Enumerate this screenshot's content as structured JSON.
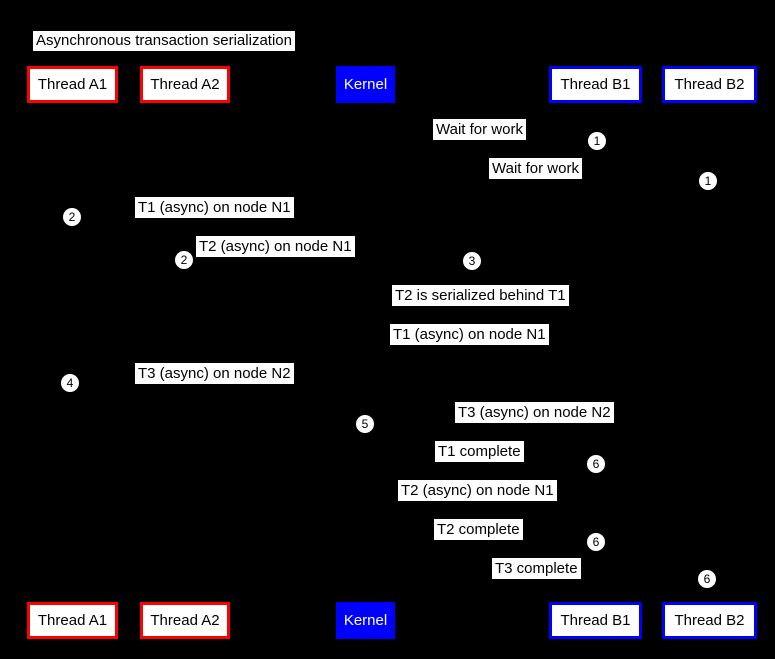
{
  "title": "Asynchronous transaction serialization",
  "diagram_type": "sequence-diagram",
  "colors": {
    "background": "#000000",
    "label_background": "#ffffff",
    "label_text": "#000000",
    "thread_a_border": "#ff0000",
    "thread_b_border": "#0000ff",
    "kernel_background": "#0000ff",
    "kernel_text": "#ffffff"
  },
  "actors": [
    {
      "label": "Thread A1",
      "style": "red"
    },
    {
      "label": "Thread A2",
      "style": "red"
    },
    {
      "label": "Kernel",
      "style": "kernel"
    },
    {
      "label": "Thread B1",
      "style": "blue"
    },
    {
      "label": "Thread B2",
      "style": "blue"
    }
  ],
  "messages": [
    {
      "text": "Wait for work"
    },
    {
      "text": "Wait for work"
    },
    {
      "text": "T1 (async) on node N1"
    },
    {
      "text": "T2 (async) on node N1"
    },
    {
      "text": "T2 is serialized behind T1"
    },
    {
      "text": "T1 (async) on node N1"
    },
    {
      "text": "T3 (async) on node N2"
    },
    {
      "text": "T3 (async) on node N2"
    },
    {
      "text": "T1 complete"
    },
    {
      "text": "T2 (async) on node N1"
    },
    {
      "text": "T2 complete"
    },
    {
      "text": "T3 complete"
    }
  ],
  "markers": [
    "1",
    "1",
    "2",
    "2",
    "3",
    "4",
    "5",
    "6",
    "6",
    "6"
  ]
}
